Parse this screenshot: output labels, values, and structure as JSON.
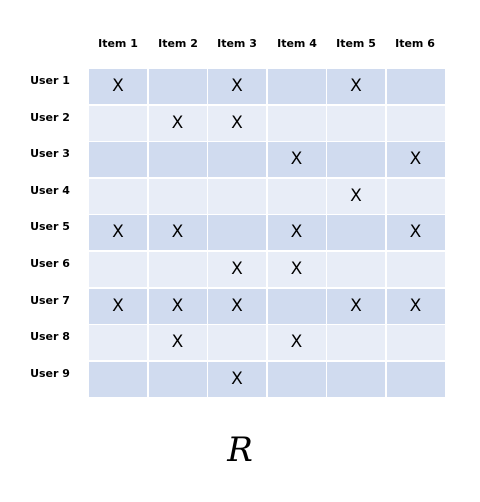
{
  "items": [
    "Item 1",
    "Item 2",
    "Item 3",
    "Item 4",
    "Item 5",
    "Item 6"
  ],
  "users": [
    {
      "label": "User 1",
      "marks": [
        "X",
        "",
        "X",
        "",
        "X",
        ""
      ]
    },
    {
      "label": "User 2",
      "marks": [
        "",
        "X",
        "X",
        "",
        "",
        ""
      ]
    },
    {
      "label": "User 3",
      "marks": [
        "",
        "",
        "",
        "X",
        "",
        "X"
      ]
    },
    {
      "label": "User 4",
      "marks": [
        "",
        "",
        "",
        "",
        "X",
        ""
      ]
    },
    {
      "label": "User 5",
      "marks": [
        "X",
        "X",
        "",
        "X",
        "",
        "X"
      ]
    },
    {
      "label": "User 6",
      "marks": [
        "",
        "",
        "X",
        "X",
        "",
        ""
      ]
    },
    {
      "label": "User 7",
      "marks": [
        "X",
        "X",
        "X",
        "",
        "X",
        "X"
      ]
    },
    {
      "label": "User 8",
      "marks": [
        "",
        "X",
        "",
        "X",
        "",
        ""
      ]
    },
    {
      "label": "User 9",
      "marks": [
        "",
        "",
        "X",
        "",
        "",
        ""
      ]
    }
  ],
  "matrix_label": "R",
  "colors": {
    "band_dark": "#d0dbef",
    "band_light": "#e8edf7",
    "text": "#000000"
  }
}
